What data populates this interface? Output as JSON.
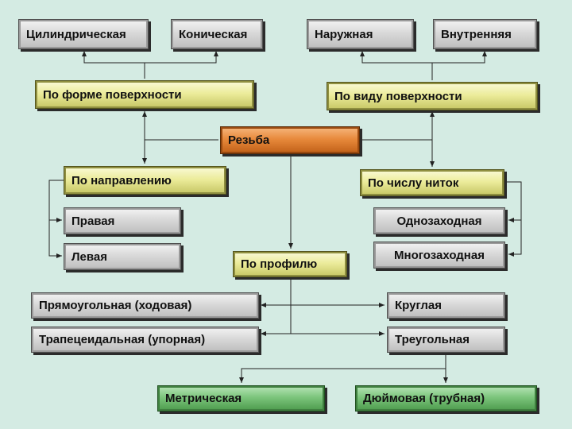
{
  "nodes": {
    "cylindrical": "Цилиндрическая",
    "conical": "Коническая",
    "external": "Наружная",
    "internal": "Внутренняя",
    "by_surface_shape": "По форме поверхности",
    "by_surface_type": "По виду поверхности",
    "thread": "Резьба",
    "by_direction": "По направлению",
    "by_thread_count": "По числу ниток",
    "right": "Правая",
    "left": "Левая",
    "single_start": "Однозаходная",
    "multi_start": "Многозаходная",
    "by_profile": "По профилю",
    "rectangular": "Прямоугольная (ходовая)",
    "trapezoidal": "Трапецеидальная (упорная)",
    "round": "Круглая",
    "triangular": "Треугольная",
    "metric": "Метрическая",
    "inch": "Дюймовая (трубная)"
  },
  "colors": {
    "background": "#d4ebe3",
    "connector": "#222222"
  }
}
